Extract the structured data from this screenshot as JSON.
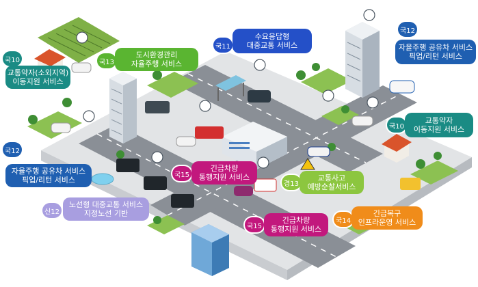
{
  "colors": {
    "teal": "#1a8b84",
    "green": "#5ab531",
    "blue": "#2450c8",
    "navy": "#1f5fb1",
    "magenta": "#c2187d",
    "lime": "#8cc63f",
    "orange": "#f08c1a",
    "lavender": "#a89ee0",
    "road": "#8a8f96",
    "grass": "#8cc152"
  },
  "labels": {
    "t10_left": {
      "badge": "국10",
      "line1": "교통약자(소외지역)",
      "line2": "이동지원 서비스"
    },
    "t13_top": {
      "badge": "국13",
      "line1": "도시환경관리",
      "line2": "자율주행 서비스"
    },
    "t11": {
      "badge": "국11",
      "line1": "수요응답형",
      "line2": "대중교통 서비스"
    },
    "t12_right": {
      "badge": "국12",
      "line1": "자율주행 공유차 서비스",
      "line2": "픽업/리턴 서비스"
    },
    "t10_right": {
      "badge": "국10",
      "line1": "교통약자",
      "line2": "이동지원 서비스"
    },
    "t12_left": {
      "badge": "국12",
      "line1": "자율주행 공유차 서비스",
      "line2": "픽업/리턴 서비스"
    },
    "t15_mid": {
      "badge": "국15",
      "line1": "긴급차량",
      "line2": "통행지원 서비스"
    },
    "t13_mid": {
      "badge": "경13",
      "line1": "교통사고",
      "line2": "예방순찰서비스"
    },
    "s12": {
      "badge": "신12",
      "line1": "노선형 대중교통 서비스",
      "line2": "지정노선 기반"
    },
    "t15_low": {
      "badge": "국15",
      "line1": "긴급차량",
      "line2": "통행지원 서비스"
    },
    "t14": {
      "badge": "국14",
      "line1": "긴급복구",
      "line2": "인프라운영 서비스"
    }
  }
}
